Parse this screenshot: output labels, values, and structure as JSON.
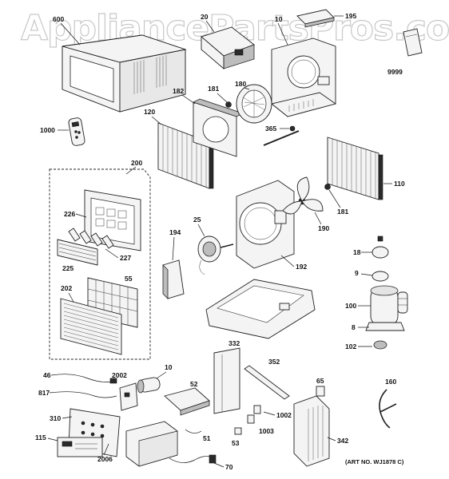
{
  "watermark": "AppliancePartsPros.com",
  "art_number": "(ART NO. WJ1878 C)",
  "callouts": {
    "p600": "600",
    "p20": "20",
    "p10": "10",
    "p195": "195",
    "p9999": "9999",
    "p1000": "1000",
    "p120": "120",
    "p182": "182",
    "p181a": "181",
    "p180": "180",
    "p365": "365",
    "p110": "110",
    "p181b": "181",
    "p200": "200",
    "p226": "226",
    "p225": "225",
    "p227": "227",
    "p25": "25",
    "p194": "194",
    "p190": "190",
    "p192": "192",
    "p18": "18",
    "p9": "9",
    "p202": "202",
    "p55": "55",
    "p100": "100",
    "p8": "8",
    "p102": "102",
    "p46": "46",
    "p2002": "2002",
    "p10b": "10",
    "p817": "817",
    "p52": "52",
    "p332": "332",
    "p352": "352",
    "p65": "65",
    "p160": "160",
    "p310": "310",
    "p1002": "1002",
    "p1003": "1003",
    "p115": "115",
    "p2006": "2006",
    "p51": "51",
    "p53": "53",
    "p342": "342",
    "p70": "70"
  }
}
